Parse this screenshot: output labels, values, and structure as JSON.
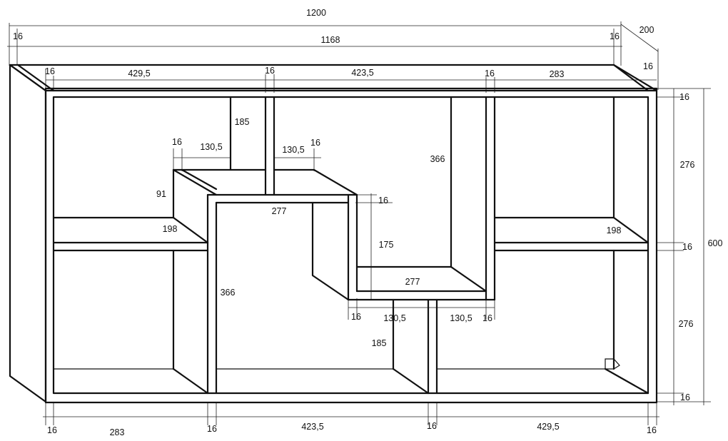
{
  "labels": {
    "overall_width": "1200",
    "inner_width": "1168",
    "depth": "200",
    "overall_height": "600",
    "side_top_left": "16",
    "side_top_right": "16",
    "depth_side": "16",
    "top_left_bay": "429,5",
    "top_mid_bay": "423,5",
    "top_right_bay": "283",
    "top_div1": "16",
    "top_div2": "16",
    "top_div3": "16",
    "upper_center_h": "185",
    "upper_left_div": "16",
    "upper_left_shelf": "130,5",
    "upper_right_shelf": "130,5",
    "upper_right_div": "16",
    "box_h_left": "91",
    "shelf_depth_left": "198",
    "center_shelf": "277",
    "center_shelf_t": "16",
    "right_tall_h": "366",
    "right_upper_h": "276",
    "right_mid_t": "16",
    "right_lower_h": "276",
    "right_bottom_t": "16",
    "right_top_t": "16",
    "shelf_depth_right": "198",
    "lower_box_h": "175",
    "lower_shelf": "277",
    "left_tall_h": "366",
    "under_t1": "16",
    "under_shelf1": "130,5",
    "under_shelf2": "130,5",
    "under_t2": "16",
    "lower_center_h": "185",
    "bottom_t1": "16",
    "bottom_bay1": "283",
    "bottom_t2": "16",
    "bottom_bay2": "423,5",
    "bottom_t3": "16",
    "bottom_bay3": "429,5",
    "bottom_t4": "16"
  }
}
